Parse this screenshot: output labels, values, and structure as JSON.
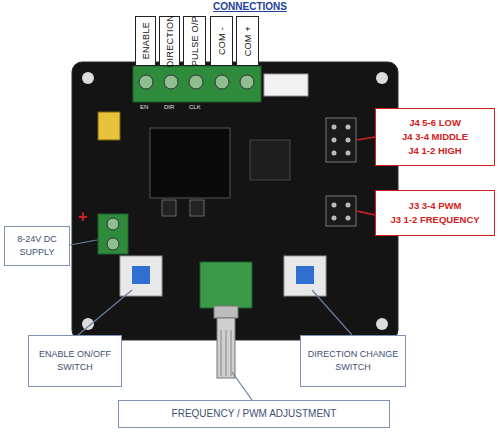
{
  "diagram": {
    "title": "CONNECTIONS",
    "nodes": [
      {
        "text": [
          "ENABLE"
        ]
      },
      {
        "text": [
          "DIRECTION"
        ]
      },
      {
        "text": [
          "PULSE O/P"
        ]
      },
      {
        "text": [
          "COM -"
        ]
      },
      {
        "text": [
          "COM +"
        ]
      },
      {
        "text": [
          "8-24V DC SUPPLY"
        ]
      },
      {
        "text": [
          "J4 5-6 LOW",
          "J4 3-4 MIDDLE",
          "J4 1-2 HIGH"
        ]
      },
      {
        "text": [
          "J3 3-4 PWM",
          "J3 1-2 FREQUENCY"
        ]
      },
      {
        "text": [
          "ENABLE ON/OFF SWITCH"
        ]
      },
      {
        "text": [
          "DIRECTION CHANGE SWITCH"
        ]
      },
      {
        "text": [
          "FREQUENCY / PWM ADJUSTMENT"
        ]
      }
    ],
    "labels": [
      "+",
      "-",
      "EN",
      "DIR",
      "CLK"
    ]
  }
}
